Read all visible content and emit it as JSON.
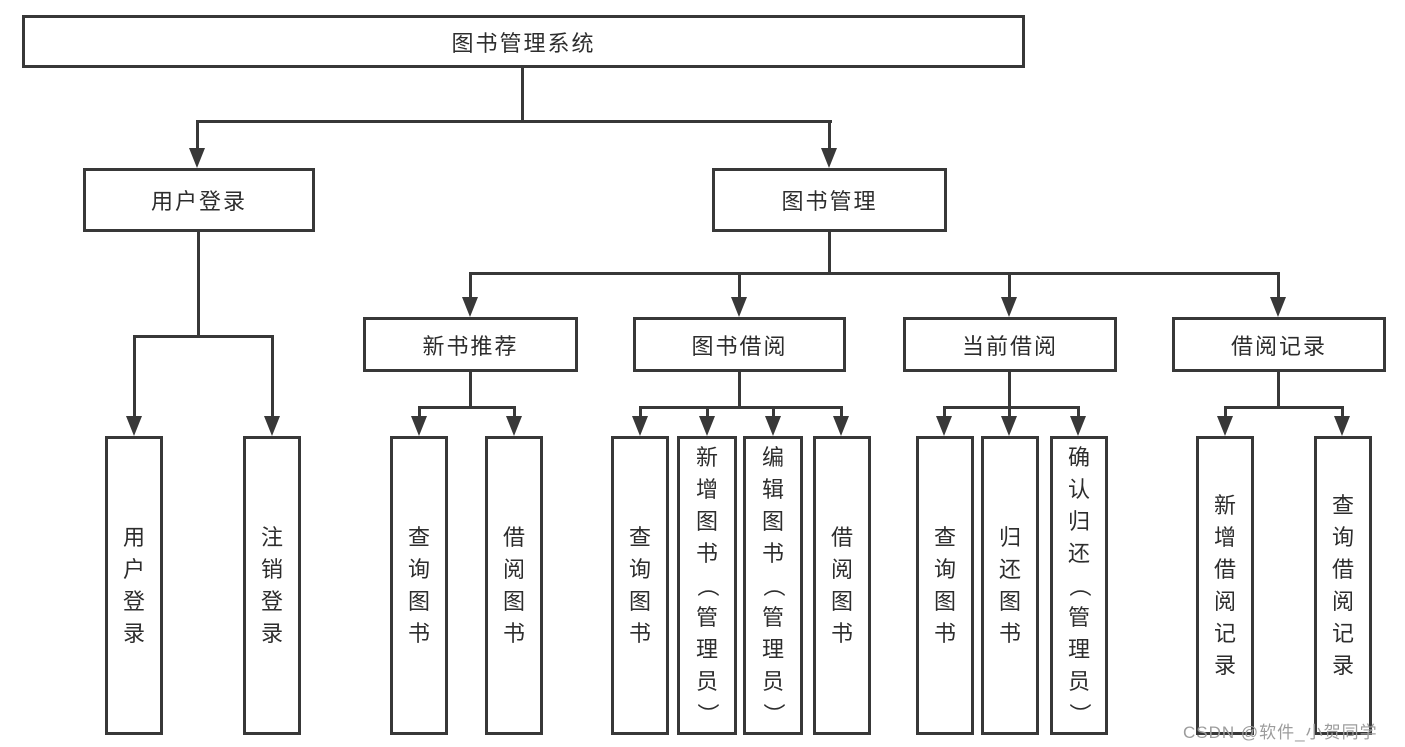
{
  "diagram": {
    "root": {
      "label": "图书管理系统"
    },
    "level2": [
      {
        "label": "用户登录"
      },
      {
        "label": "图书管理"
      }
    ],
    "level3": [
      {
        "label": "新书推荐"
      },
      {
        "label": "图书借阅"
      },
      {
        "label": "当前借阅"
      },
      {
        "label": "借阅记录"
      }
    ],
    "leaves": {
      "user_login": [
        "用户登录",
        "注销登录"
      ],
      "new_book_recommend": [
        "查询图书",
        "借阅图书"
      ],
      "book_borrow": [
        "查询图书",
        "新增图书（管理员）",
        "编辑图书（管理员）",
        "借阅图书"
      ],
      "current_borrow": [
        "查询图书",
        "归还图书",
        "确认归还（管理员）"
      ],
      "borrow_records": [
        "新增借阅记录",
        "查询借阅记录"
      ]
    }
  },
  "watermark": {
    "text": "CSDN @软件_小贺同学"
  },
  "colors": {
    "line": "#383838",
    "text": "#2d2d2d",
    "background": "#ffffff",
    "watermark": "#9c9c9c"
  }
}
